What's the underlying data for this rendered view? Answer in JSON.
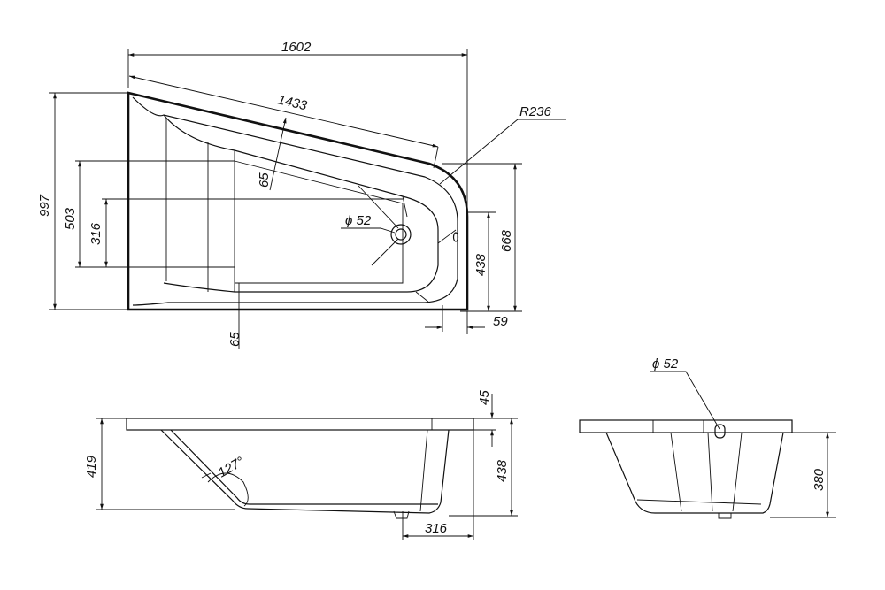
{
  "drawing": {
    "top_view": {
      "overall_length": "1602",
      "inner_slant_length": "1433",
      "overall_width": "997",
      "inner_width_503": "503",
      "inner_width_316": "316",
      "rim_top": "65",
      "rim_bottom": "65",
      "corner_radius": "R236",
      "drain_diameter": "ϕ 52",
      "right_side_width": "668",
      "right_inner_width": "438",
      "offset": "59"
    },
    "side_view": {
      "height_left": "419",
      "height_right": "438",
      "rim_thickness": "45",
      "drain_offset": "316",
      "angle": "127°"
    },
    "end_view": {
      "drain_diameter": "ϕ 52",
      "depth": "380"
    }
  }
}
